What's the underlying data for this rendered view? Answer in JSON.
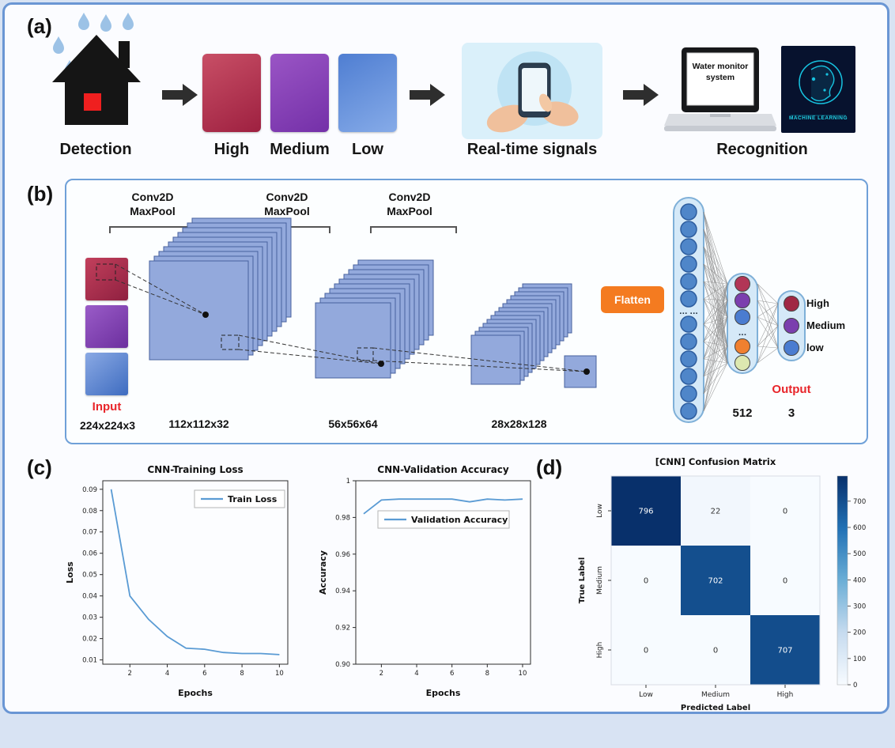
{
  "figure": {
    "bg_color": "#d8e3f3",
    "frame_border_color": "#6a96d4"
  },
  "panel_a": {
    "letter": "(a)",
    "detection_label": "Detection",
    "levels": [
      {
        "label": "High",
        "color": "#a02040"
      },
      {
        "label": "Medium",
        "color": "#7430a8"
      },
      {
        "label": "Low",
        "color": "#4f7ed2"
      }
    ],
    "realtime_label": "Real-time signals",
    "recognition_label": "Recognition",
    "laptop_screen_text": "Water monitor system",
    "ml_badge_text": "MACHINE LEARNING"
  },
  "panel_b": {
    "letter": "(b)",
    "conv_block_lines": [
      "Conv2D",
      "MaxPool"
    ],
    "input_label": "Input",
    "input_dims": "224x224x3",
    "stack_dims": [
      "112x112x32",
      "56x56x64",
      "28x28x128"
    ],
    "flatten_label": "Flatten",
    "fc_dots": "... ...",
    "dense_dots": "...",
    "dense_size_label": "512",
    "output_label": "Output",
    "output_size_label": "3",
    "output_classes": [
      "High",
      "Medium",
      "low"
    ],
    "fc_circle_color": "#4f86c9",
    "dense_colors": [
      "#b23556",
      "#7b3fae",
      "#4a7cd0",
      "#f08030",
      "#dde8b0"
    ],
    "output_colors": [
      "#a02744",
      "#7b3fae",
      "#4a7cd0"
    ]
  },
  "panel_c": {
    "letter": "(c)"
  },
  "panel_d": {
    "letter": "(d)"
  },
  "chart_data": [
    {
      "type": "line",
      "title": "CNN-Training Loss",
      "xlabel": "Epochs",
      "ylabel": "Loss",
      "legend": "Train Loss",
      "legend_position": "upper right",
      "line_color": "#5a9bd4",
      "x": [
        1,
        2,
        3,
        4,
        5,
        6,
        7,
        8,
        9,
        10
      ],
      "y": [
        0.09,
        0.04,
        0.029,
        0.021,
        0.0155,
        0.015,
        0.0135,
        0.013,
        0.013,
        0.0125
      ],
      "xlim": [
        0.55,
        10.45
      ],
      "ylim": [
        0.008,
        0.094
      ],
      "xticks": [
        2,
        4,
        6,
        8,
        10
      ],
      "yticks": [
        0.01,
        0.02,
        0.03,
        0.04,
        0.05,
        0.06,
        0.07,
        0.08,
        0.09
      ],
      "grid": false
    },
    {
      "type": "line",
      "title": "CNN-Validation Accuracy",
      "xlabel": "Epochs",
      "ylabel": "Accuracy",
      "legend": "Validation Accuracy",
      "legend_position": "center",
      "line_color": "#5a9bd4",
      "x": [
        1,
        2,
        3,
        4,
        5,
        6,
        7,
        8,
        9,
        10
      ],
      "y": [
        0.982,
        0.9895,
        0.99,
        0.99,
        0.99,
        0.99,
        0.9885,
        0.99,
        0.9895,
        0.99
      ],
      "xlim": [
        0.55,
        10.45
      ],
      "ylim": [
        0.9,
        1.0
      ],
      "xticks": [
        2,
        4,
        6,
        8,
        10
      ],
      "yticks": [
        0.9,
        0.92,
        0.94,
        0.96,
        0.98,
        1.0
      ],
      "grid": false
    },
    {
      "type": "heatmap",
      "title": "[CNN] Confusion Matrix",
      "xlabel": "Predicted Label",
      "ylabel": "True Label",
      "row_labels": [
        "Low",
        "Medium",
        "High"
      ],
      "col_labels": [
        "Low",
        "Medium",
        "High"
      ],
      "values": [
        [
          796,
          22,
          0
        ],
        [
          0,
          702,
          0
        ],
        [
          0,
          0,
          707
        ]
      ],
      "colorbar_ticks": [
        0,
        100,
        200,
        300,
        400,
        500,
        600,
        700
      ],
      "cmap": "Blues"
    }
  ]
}
